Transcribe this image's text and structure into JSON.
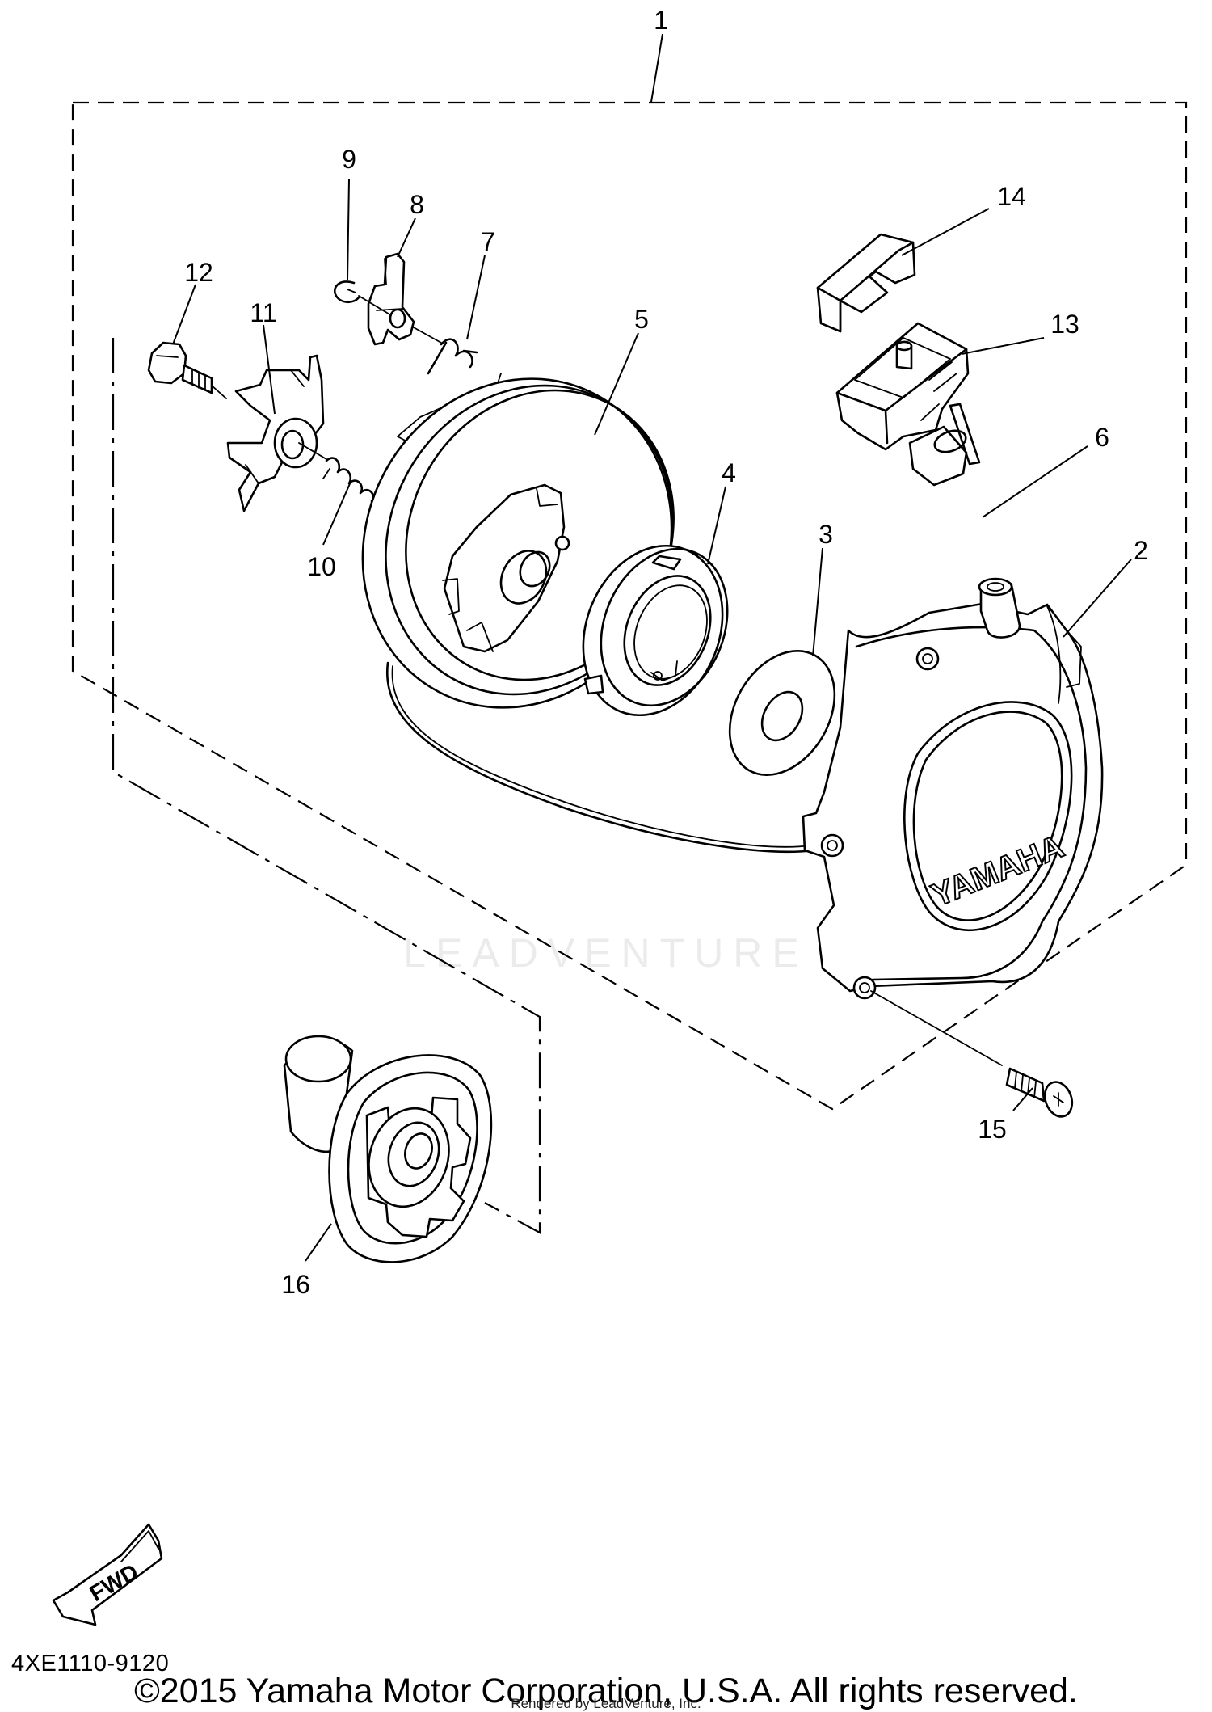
{
  "callouts": [
    "1",
    "2",
    "3",
    "4",
    "5",
    "6",
    "7",
    "8",
    "9",
    "10",
    "11",
    "12",
    "13",
    "14",
    "15",
    "16"
  ],
  "emblem_text": "YAMAHA",
  "fwd_label": "FWD",
  "watermark_text": "LEADVENTURE",
  "diagram_code": "4XE1110-9120",
  "copyright": "©2015 Yamaha Motor Corporation, U.S.A. All rights reserved.",
  "render_credit": "Rendered by LeadVenture, Inc."
}
